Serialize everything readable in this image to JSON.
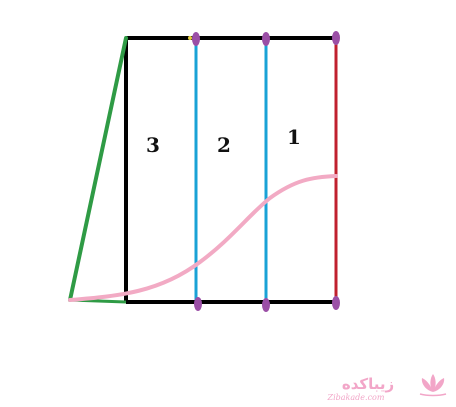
{
  "diagram": {
    "region_labels": [
      "3",
      "2",
      "1"
    ]
  },
  "colors": {
    "frame": "#000000",
    "divider": "#19a2d6",
    "right_edge": "#c0202e",
    "slant": "#2f9b45",
    "curve": "#f2aac4",
    "node": "#9b4fa6",
    "watermark": "#f2a6c8"
  },
  "watermark": {
    "persian_text": "زیباکده",
    "latin_text": "Zibakade.com",
    "icon": "lotus-flower-icon"
  }
}
